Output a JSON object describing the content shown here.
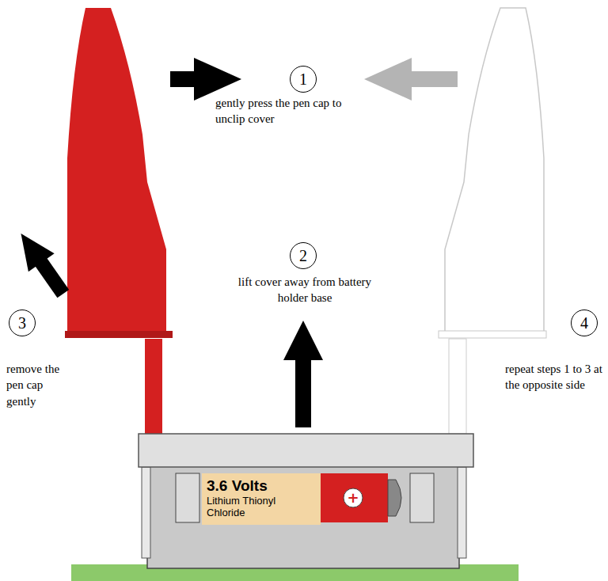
{
  "diagram": {
    "nodes": [
      {
        "text": [
          "1"
        ]
      },
      {
        "text": [
          "2"
        ]
      },
      {
        "text": [
          "3"
        ]
      },
      {
        "text": [
          "4"
        ]
      },
      {
        "text": [
          "3.6 Volts",
          "Lithium Thionyl Chloride"
        ]
      }
    ],
    "labels": [
      "gently press the pen cap to unclip cover",
      "lift cover away from battery holder base",
      "remove the pen cap gently",
      "repeat steps 1 to 3 at the opposite side",
      "+"
    ]
  }
}
